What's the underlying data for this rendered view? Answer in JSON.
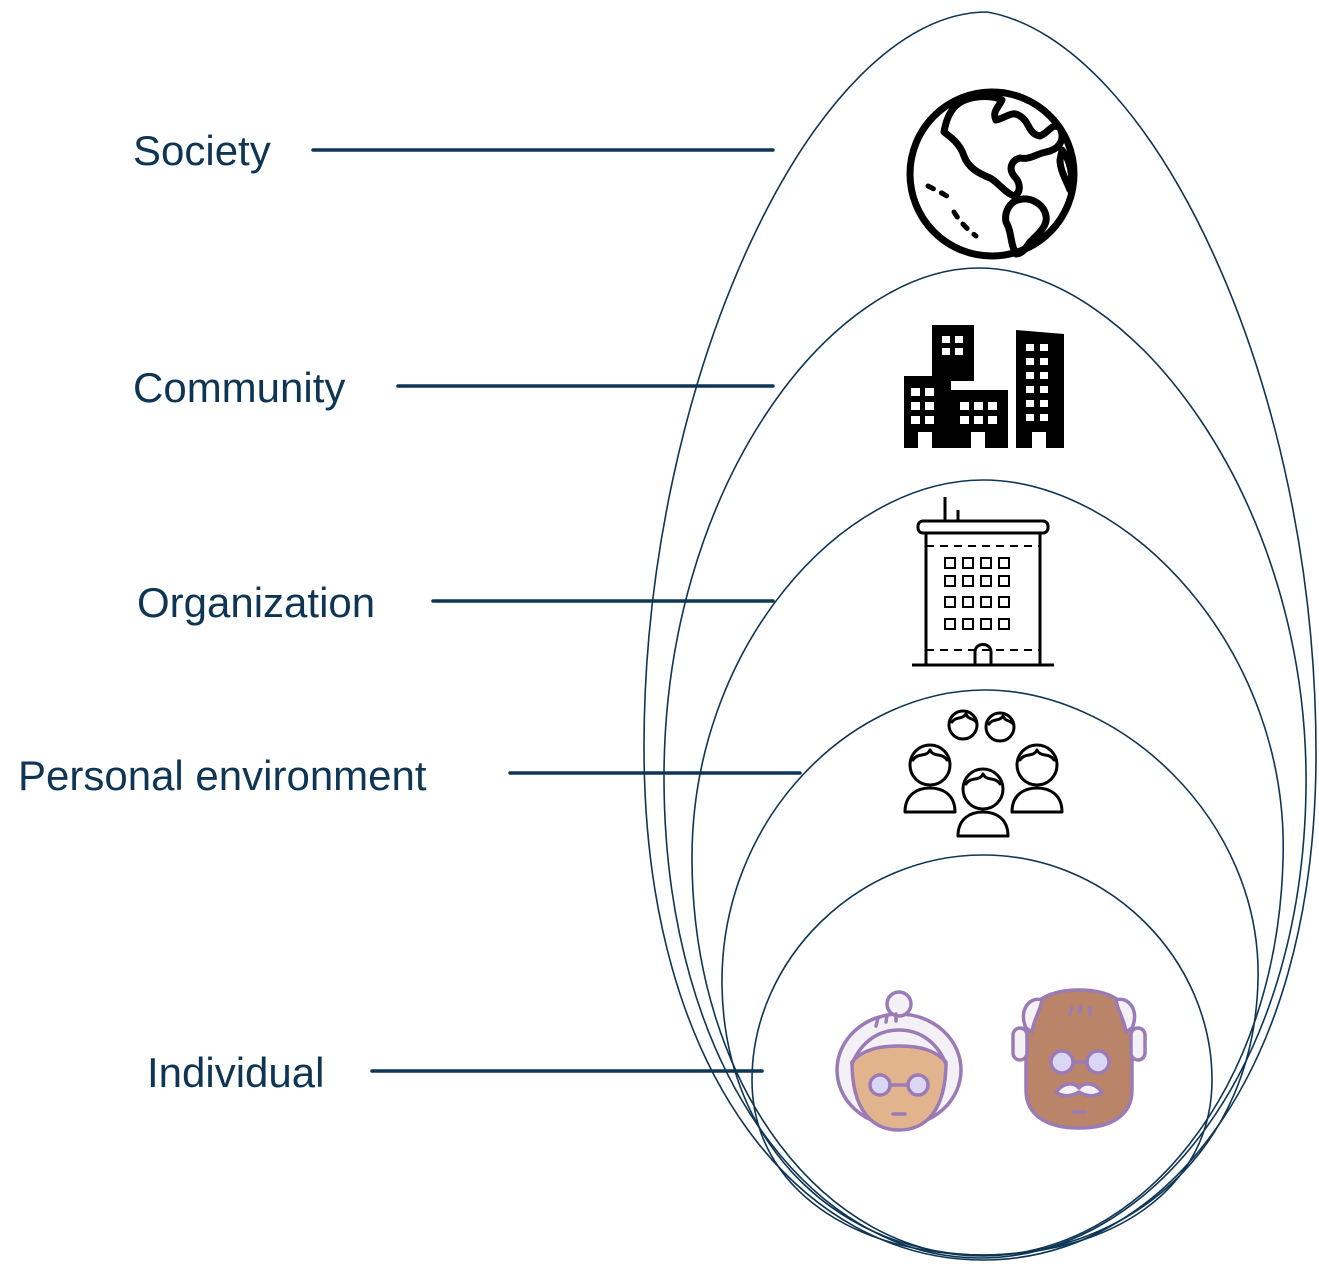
{
  "diagram": {
    "colors": {
      "label_text": "#0e3553",
      "leader_line": "#0e3553",
      "ellipse_stroke": "#0e3553"
    },
    "levels": [
      {
        "label": "Society",
        "icon": "globe-icon"
      },
      {
        "label": "Community",
        "icon": "city-buildings-icon"
      },
      {
        "label": "Organization",
        "icon": "office-building-icon"
      },
      {
        "label": "Personal environment",
        "icon": "group-of-people-icon"
      },
      {
        "label": "Individual",
        "icon": "elderly-couple-icon"
      }
    ]
  }
}
